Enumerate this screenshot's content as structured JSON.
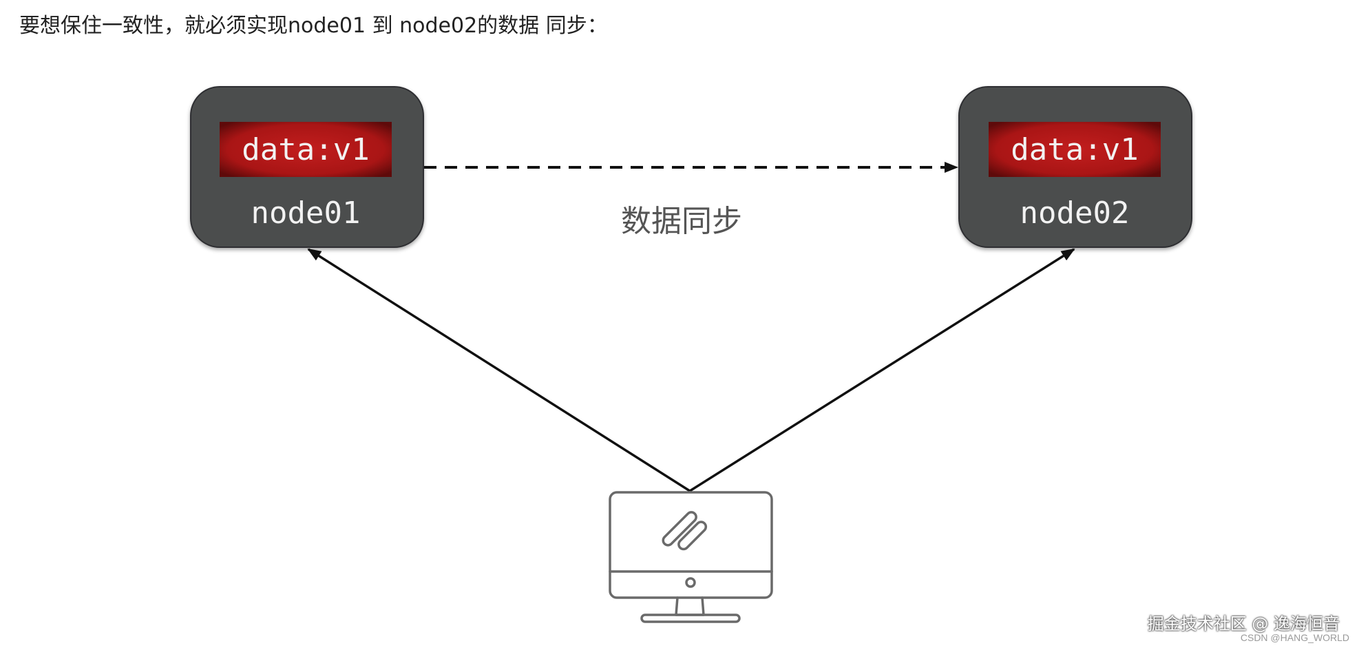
{
  "intro_text": "要想保住一致性，就必须实现node01 到 node02的数据 同步：",
  "nodes": [
    {
      "name": "node01",
      "data_label": "data:v1"
    },
    {
      "name": "node02",
      "data_label": "data:v1"
    }
  ],
  "sync_label": "数据同步",
  "client_icon": "monitor-icon",
  "watermark": {
    "main": "掘金技术社区 @ 逸海恒音",
    "sub": "CSDN @HANG_WORLD"
  },
  "colors": {
    "node_bg": "#4b4d4e",
    "data_badge": "#b01818",
    "text_light": "#f2f2f2",
    "arrow": "#111111",
    "sync_text": "#555555"
  }
}
